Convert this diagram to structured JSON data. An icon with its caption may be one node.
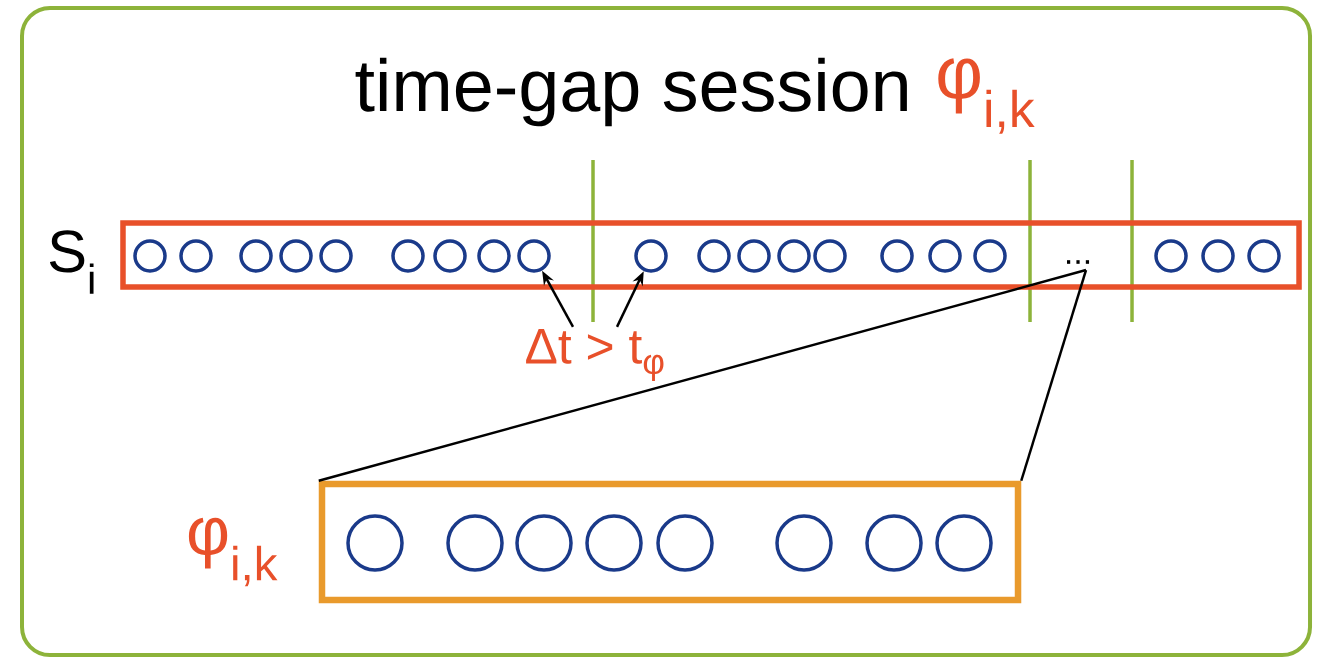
{
  "diagram": {
    "title": "time-gap session",
    "nodes": [
      {
        "text": [],
        "shape": "box",
        "beside": [
          "S$_{i}$"
        ]
      },
      {
        "text": [],
        "shape": "circle",
        "in": 0
      },
      {
        "text": [],
        "shape": "circle",
        "in": 0
      },
      {
        "text": [],
        "shape": "circle",
        "in": 0
      },
      {
        "text": [],
        "shape": "circle",
        "in": 0
      },
      {
        "text": [],
        "shape": "circle",
        "in": 0
      },
      {
        "text": [],
        "shape": "circle",
        "in": 0
      },
      {
        "text": [],
        "shape": "circle",
        "in": 0
      },
      {
        "text": [],
        "shape": "circle",
        "in": 0
      },
      {
        "text": [],
        "shape": "circle",
        "in": 0
      },
      {
        "text": [],
        "shape": "circle",
        "in": 0
      },
      {
        "text": [],
        "shape": "circle",
        "in": 0
      },
      {
        "text": [],
        "shape": "circle",
        "in": 0
      },
      {
        "text": [],
        "shape": "circle",
        "in": 0
      },
      {
        "text": [],
        "shape": "circle",
        "in": 0
      },
      {
        "text": [],
        "shape": "circle",
        "in": 0
      },
      {
        "text": [],
        "shape": "circle",
        "in": 0
      },
      {
        "text": [],
        "shape": "circle",
        "in": 0
      },
      {
        "text": [
          "..."
        ],
        "in": 0
      },
      {
        "text": [],
        "shape": "circle",
        "in": 0
      },
      {
        "text": [],
        "shape": "circle",
        "in": 0
      },
      {
        "text": [],
        "shape": "circle",
        "in": 0
      },
      {
        "text": [
          "Δt > t$_{φ}$"
        ]
      },
      {
        "text": [],
        "shape": "box",
        "beside": [
          "φ$_{i,k}$"
        ]
      },
      {
        "text": [],
        "shape": "circle",
        "in": 23
      },
      {
        "text": [],
        "shape": "circle",
        "in": 23
      },
      {
        "text": [],
        "shape": "circle",
        "in": 23
      },
      {
        "text": [],
        "shape": "circle",
        "in": 23
      },
      {
        "text": [],
        "shape": "circle",
        "in": 23
      },
      {
        "text": [],
        "shape": "circle",
        "in": 23
      },
      {
        "text": [],
        "shape": "circle",
        "in": 23
      },
      {
        "text": [],
        "shape": "circle",
        "in": 23
      }
    ],
    "edges": [
      {
        "from": 22,
        "to": 9,
        "arrow": "to"
      },
      {
        "from": 22,
        "to": 10,
        "arrow": "to"
      },
      {
        "from": 18,
        "to": 23,
        "arrow": "none"
      },
      {
        "from": 18,
        "to": 23,
        "arrow": "none"
      }
    ],
    "labels": [
      "φ$_{i,k}$"
    ]
  }
}
